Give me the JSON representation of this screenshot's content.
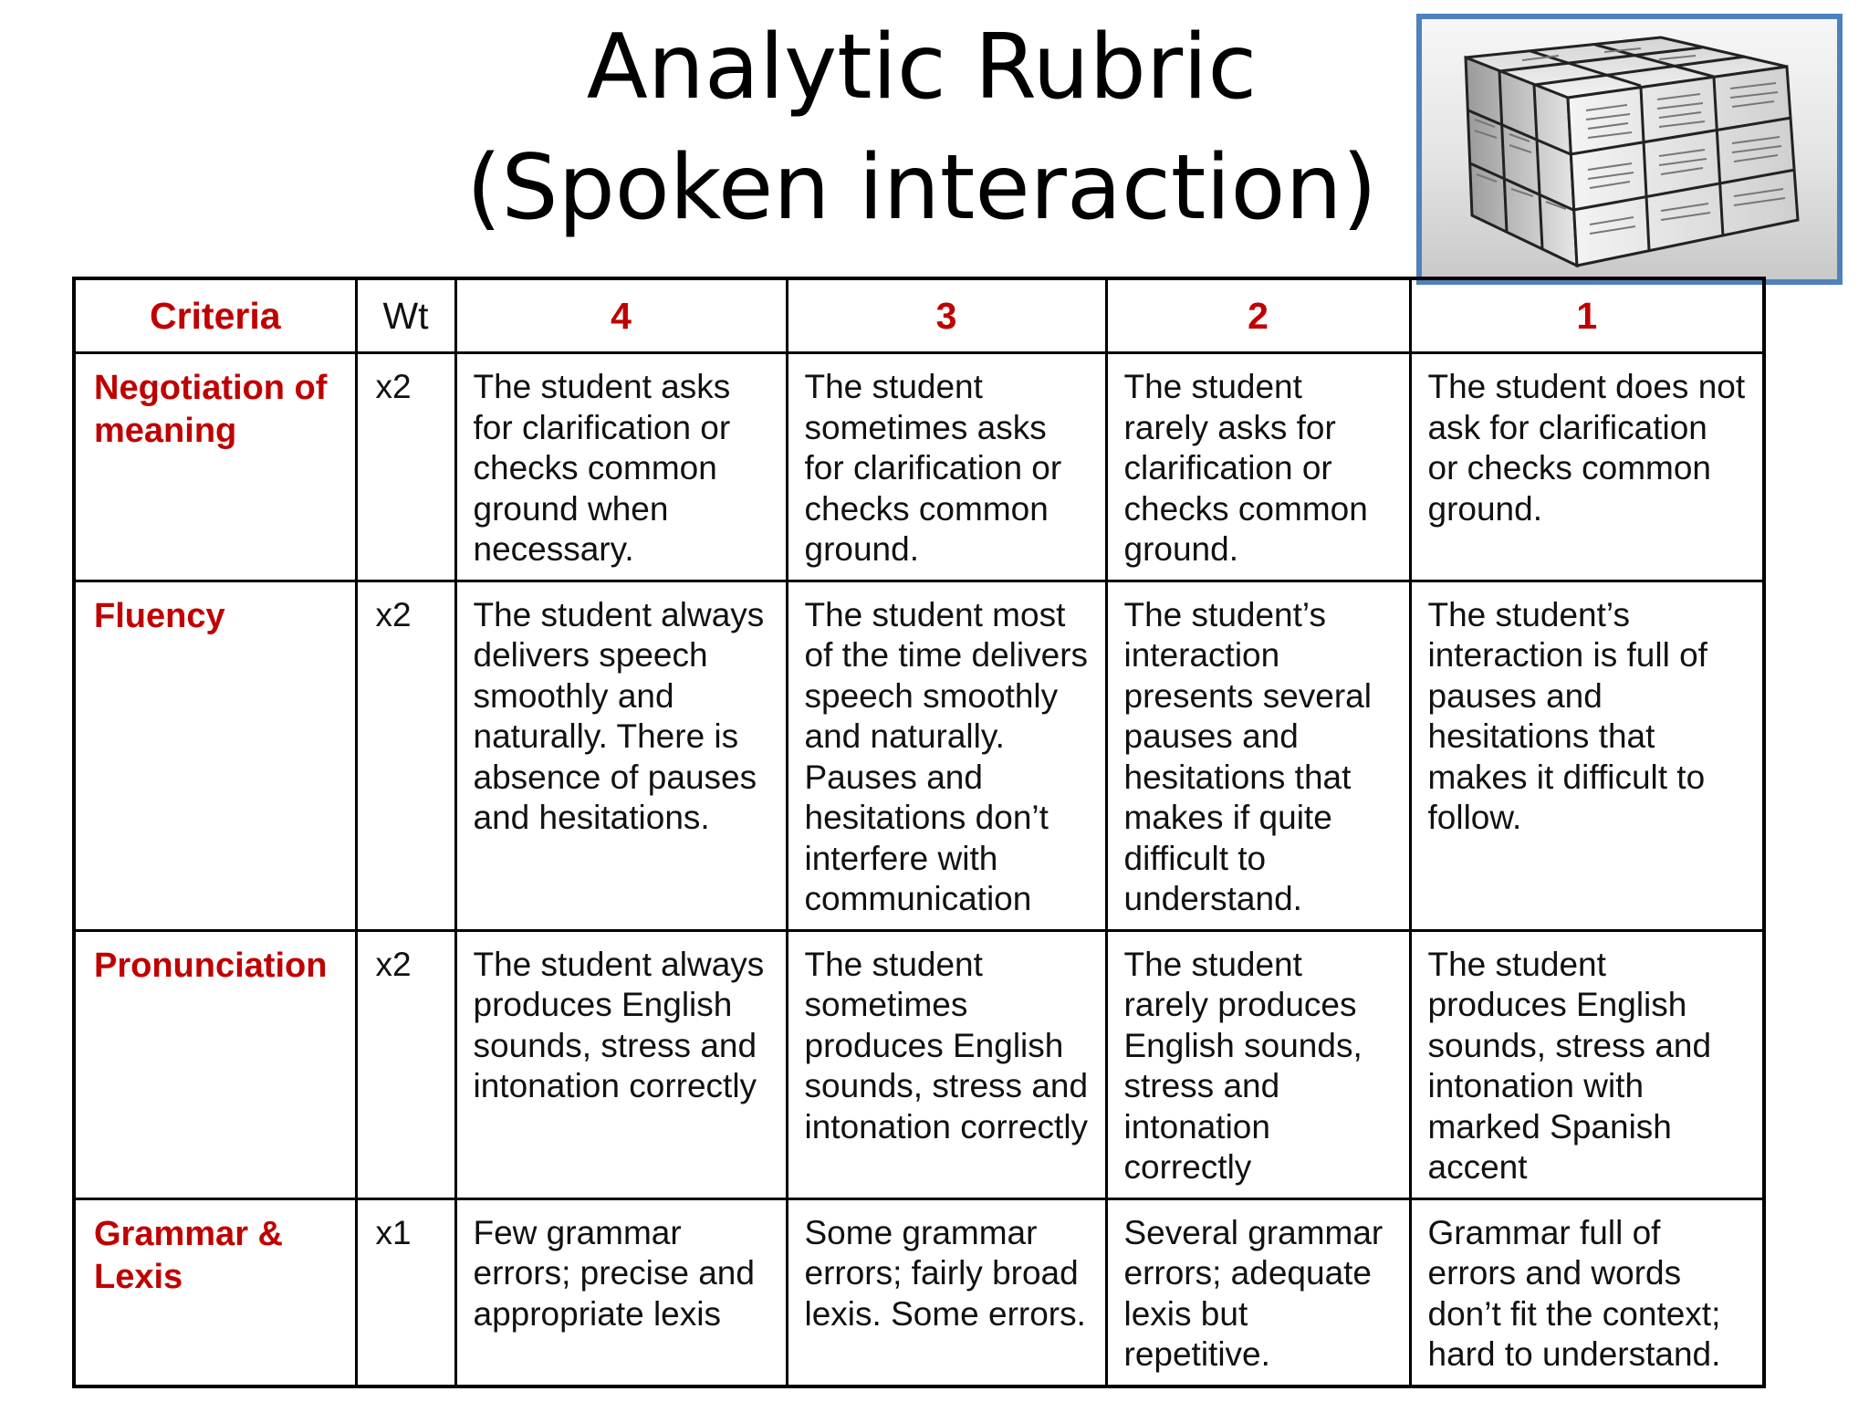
{
  "title": {
    "line1": "Analytic Rubric",
    "line2": "(Spoken interaction)"
  },
  "image": {
    "description_icon": "rubik-cube-of-text-sheets-image",
    "border_color": "#4f81bd"
  },
  "colors": {
    "accent": "#c00000",
    "text": "#111111",
    "frame": "#4f81bd"
  },
  "table": {
    "headers": {
      "criteria": "Criteria",
      "weight": "Wt",
      "level4": "4",
      "level3": "3",
      "level2": "2",
      "level1": "1"
    },
    "rows": [
      {
        "criterion": "Negotiation of meaning",
        "weight": "x2",
        "level4": "The student asks for clarification or checks common ground when necessary.",
        "level3": "The student sometimes asks for clarification or checks common ground.",
        "level2": "The student rarely asks for clarification or checks common ground.",
        "level1": "The student does not ask for clarification or checks common ground."
      },
      {
        "criterion": "Fluency",
        "weight": "x2",
        "level4": "The student always delivers speech smoothly and naturally. There is absence of pauses and hesitations.",
        "level3": "The student most of the time delivers speech smoothly and naturally. Pauses and hesitations don’t interfere with communication",
        "level2": "The student’s interaction presents several pauses and hesitations that makes if quite difficult to understand.",
        "level1": "The student’s interaction is full of pauses and hesitations that makes it difficult to follow."
      },
      {
        "criterion": "Pronunciation",
        "weight": "x2",
        "level4": "The student always produces English sounds, stress and intonation correctly",
        "level3": "The student sometimes produces English sounds, stress and intonation correctly",
        "level2": "The student rarely produces English sounds, stress and intonation correctly",
        "level1": "The student produces English sounds, stress and intonation  with marked Spanish accent"
      },
      {
        "criterion": "Grammar & Lexis",
        "weight": "x1",
        "level4": "Few grammar errors; precise and appropriate lexis",
        "level3": "Some grammar errors; fairly broad lexis. Some errors.",
        "level2": "Several grammar errors; adequate lexis but repetitive.",
        "level1": "Grammar full of errors and words don’t fit the context; hard to understand."
      }
    ]
  }
}
